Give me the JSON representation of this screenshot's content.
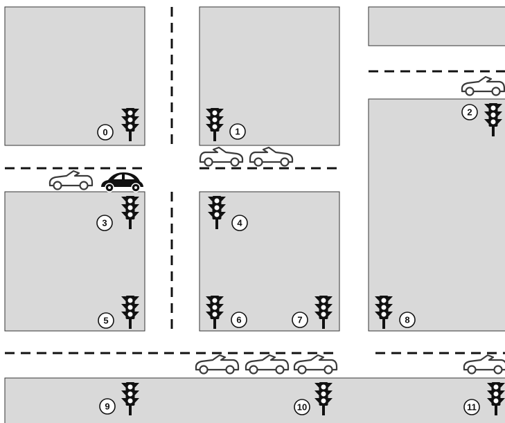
{
  "colors": {
    "background": "#ffffff",
    "block_fill": "#d9d9d9",
    "line": "#111111",
    "car_outline": "#3a3a3a",
    "car_dark": "#111111"
  },
  "icons": {
    "light": "traffic-light-icon",
    "car": "convertible-car-icon",
    "beetle": "beetle-car-icon"
  },
  "light_labels": [
    "0",
    "1",
    "2",
    "3",
    "4",
    "5",
    "6",
    "7",
    "8",
    "9",
    "10",
    "11"
  ]
}
